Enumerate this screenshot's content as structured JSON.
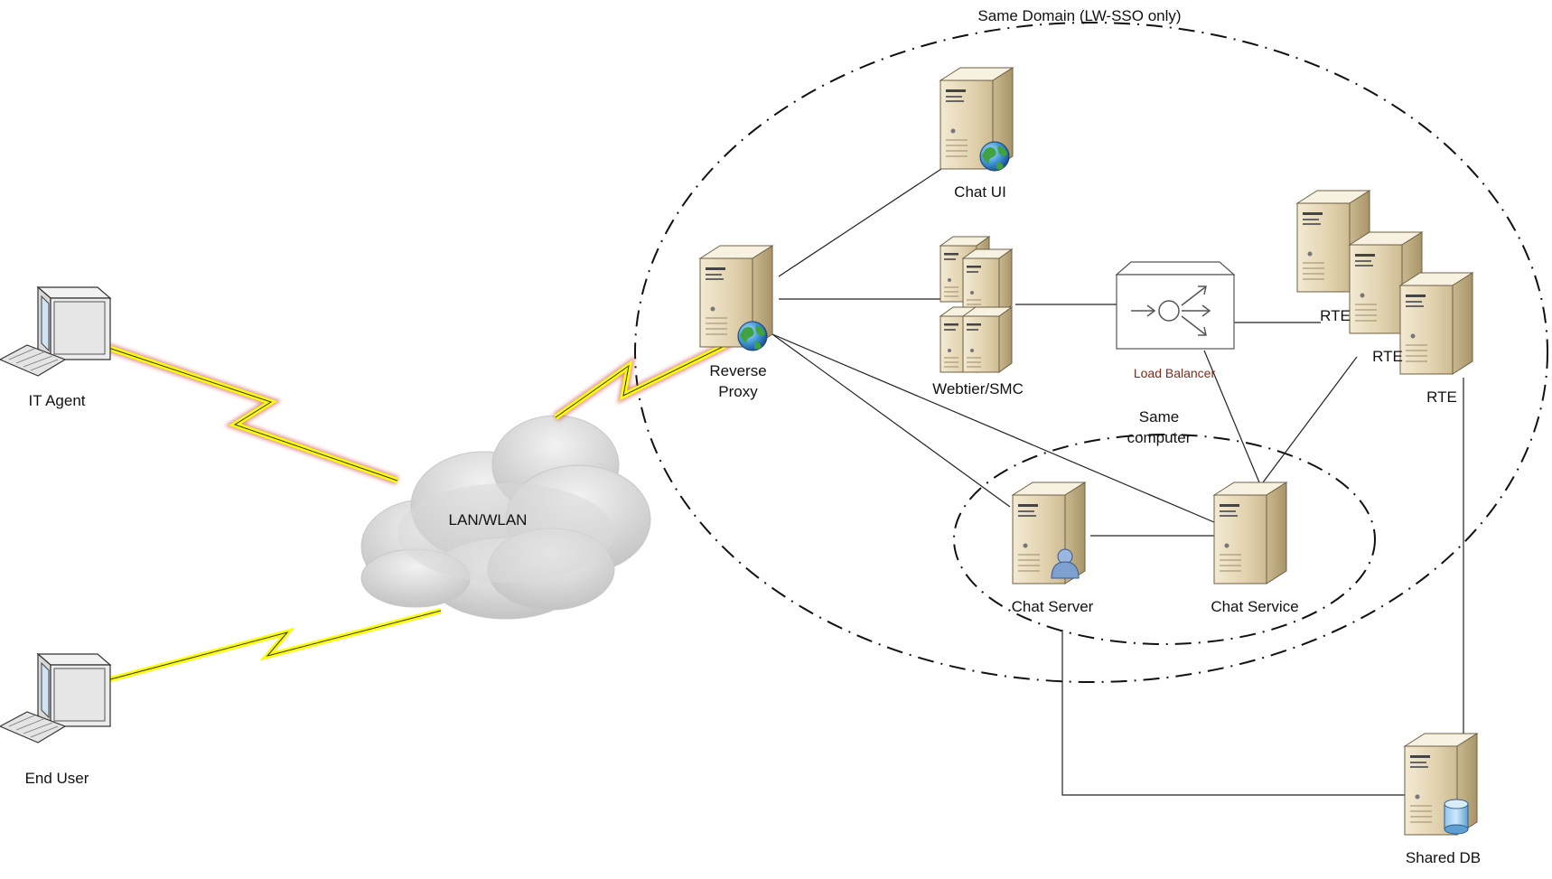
{
  "diagram": {
    "domain_label": "Same Domain (LW-SSO only)",
    "computer_label": "Same computer",
    "cloud_label": "LAN/WLAN",
    "nodes": {
      "it_agent": "IT Agent",
      "end_user": "End User",
      "reverse_proxy": "Reverse Proxy",
      "chat_ui": "Chat UI",
      "webtier": "Webtier/SMC",
      "load_balancer": "Load Balancer",
      "rte_1": "RTE",
      "rte_2": "RTE",
      "rte_3": "RTE",
      "chat_server": "Chat Server",
      "chat_service": "Chat Service",
      "shared_db": "Shared DB"
    },
    "colors": {
      "server_front": "#e8dcc0",
      "server_side": "#bfae88",
      "server_top": "#f4ecd8",
      "lightning": "#ffff00",
      "lightning_glow": "#c83a3a",
      "cloud": "#d9d9d9",
      "line": "#222222"
    },
    "icons": {
      "server": "server-tower-icon",
      "globe": "globe-icon",
      "user": "user-icon",
      "database": "database-icon",
      "workstation": "desktop-computer-icon",
      "keyboard": "keyboard-icon",
      "load_balancer": "load-balancer-icon",
      "cloud": "cloud-icon"
    }
  }
}
